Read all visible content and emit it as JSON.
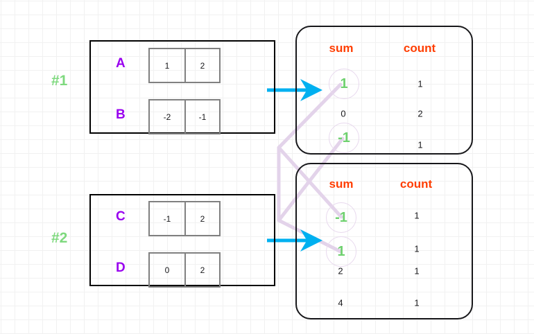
{
  "diagram": {
    "title": "shuffle-sum-count-diagram",
    "colors": {
      "group_label": "#7ed97e",
      "row_name": "#9900ef",
      "column_header": "#ff3d00",
      "highlight_value": "#6fd16f",
      "highlight_ring": "#e8d9ee",
      "arrow": "#00b0f0",
      "connector": "#e3d3ea",
      "box_border": "#17171a",
      "cell_border": "#808080"
    },
    "input_groups": [
      {
        "label": "#1",
        "rows": [
          {
            "name": "A",
            "cells": [
              "1",
              "2"
            ]
          },
          {
            "name": "B",
            "cells": [
              "-2",
              "-1"
            ]
          }
        ]
      },
      {
        "label": "#2",
        "rows": [
          {
            "name": "C",
            "cells": [
              "-1",
              "2"
            ]
          },
          {
            "name": "D",
            "cells": [
              "0",
              "2"
            ]
          }
        ]
      }
    ],
    "output_tables": [
      {
        "headers": [
          "sum",
          "count"
        ],
        "rows": [
          {
            "sum": "1",
            "count": "1",
            "highlight": true
          },
          {
            "sum": "0",
            "count": "2",
            "highlight": false
          },
          {
            "sum": "-1",
            "count": "1",
            "highlight": true
          }
        ]
      },
      {
        "headers": [
          "sum",
          "count"
        ],
        "rows": [
          {
            "sum": "-1",
            "count": "1",
            "highlight": true
          },
          {
            "sum": "1",
            "count": "1",
            "highlight": true
          },
          {
            "sum": "2",
            "count": "1",
            "highlight": false
          },
          {
            "sum": "4",
            "count": "1",
            "highlight": false
          }
        ]
      }
    ],
    "arrows": [
      {
        "name": "arrow-group1-to-table1"
      },
      {
        "name": "arrow-group2-to-table2"
      }
    ],
    "connectors": [
      {
        "name": "connector-table1-sum1-to-table2-sum1"
      },
      {
        "name": "connector-table1-sum-neg1-to-table2-sum-neg1"
      }
    ]
  }
}
